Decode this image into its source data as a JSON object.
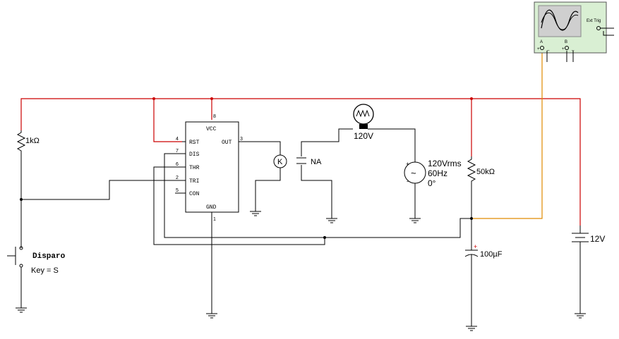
{
  "colors": {
    "supply_wire": "#cc0000",
    "scope_wire": "#e08a00",
    "scope_body": "#d9efd3",
    "scope_screen": "#cfcfcf",
    "polarity_mark": "#cc0000"
  },
  "resistor_1k": {
    "label": "1kΩ"
  },
  "resistor_50k": {
    "label": "50kΩ"
  },
  "capacitor": {
    "label": "100µF",
    "polarity": "+"
  },
  "battery": {
    "label": "12V"
  },
  "lamp": {
    "label": "120V"
  },
  "relay": {
    "coil_letter": "K",
    "contact_label": "NA"
  },
  "ac_source": {
    "line1": "120Vrms",
    "line2": "60Hz",
    "line3": "0°",
    "plus": "+",
    "minus": "-",
    "symbol": "~"
  },
  "switch": {
    "name": "Disparo",
    "key_label": "Key = S"
  },
  "ic555": {
    "pins": [
      {
        "num": "4",
        "label": "RST"
      },
      {
        "num": "7",
        "label": "DIS"
      },
      {
        "num": "6",
        "label": "THR"
      },
      {
        "num": "2",
        "label": "TRI"
      },
      {
        "num": "5",
        "label": "CON"
      },
      {
        "num": "3",
        "label": "OUT"
      },
      {
        "num": "8",
        "label": "VCC"
      },
      {
        "num": "1",
        "label": "GND"
      }
    ]
  },
  "oscilloscope": {
    "ext_trig_label": "Ext Trig",
    "channel_a": "A",
    "channel_b": "B",
    "plus": "+",
    "minus": "_"
  }
}
